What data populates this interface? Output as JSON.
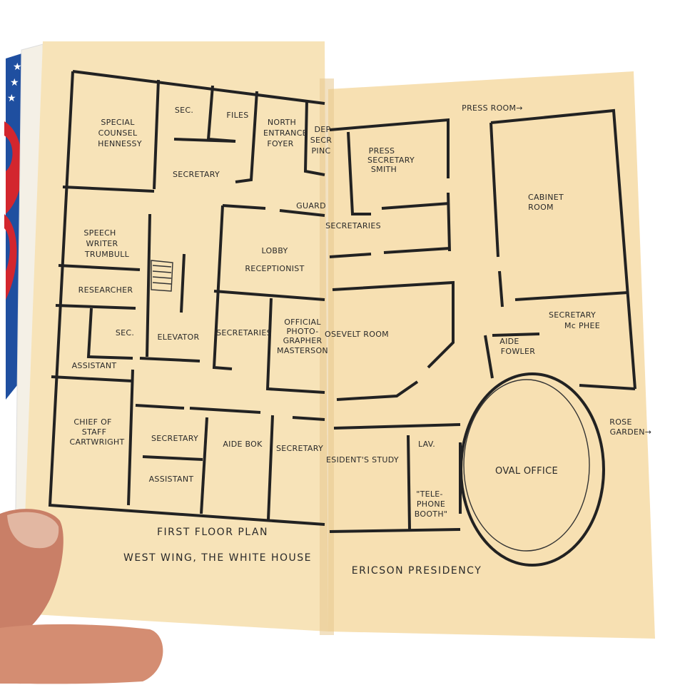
{
  "colors": {
    "paper": "#f7e3b8",
    "paper_dark": "#ecd09a",
    "ink": "#222222",
    "flag_red": "#d3262e",
    "flag_blue": "#1f4fa0",
    "skin": "#d9967a"
  },
  "caption": {
    "line1": "FIRST FLOOR PLAN",
    "line2": "WEST WING, THE WHITE HOUSE",
    "line3": "ERICSON PRESIDENCY"
  },
  "rooms": {
    "special_counsel": [
      "SPECIAL",
      "COUNSEL",
      "HENNESSY"
    ],
    "sec_top": "SEC.",
    "files": "FILES",
    "north_entrance": [
      "NORTH",
      "ENTRANCE",
      "FOYER"
    ],
    "deputy_sec": [
      "DEP",
      "SECR",
      "PINC"
    ],
    "secretary_top": "SECRETARY",
    "guard": "GUARD",
    "speech_writer": [
      "SPEECH",
      "WRITER",
      "TRUMBULL"
    ],
    "lobby": "LOBBY",
    "receptionist": "RECEPTIONIST",
    "researcher": "RESEARCHER",
    "sec_mid": "SEC.",
    "elevator": "ELEVATOR",
    "secretaries_left": "SECRETARIES",
    "photographer": [
      "OFFICIAL",
      "PHOTO-",
      "GRAPHER",
      "MASTERSON"
    ],
    "assistant_left": "ASSISTANT",
    "chief_of_staff": [
      "CHIEF OF",
      "STAFF",
      "CARTWRIGHT"
    ],
    "secretary_bottom": "SECRETARY",
    "aide_bok": "AIDE BOK",
    "secretary_bottom_right": "SECRETARY",
    "assistant_bottom": "ASSISTANT",
    "press_room": "PRESS ROOM→",
    "press_secretary": [
      "PRESS",
      "SECRETARY",
      "SMITH"
    ],
    "secretaries_right": "SECRETARIES",
    "cabinet_room": [
      "CABINET",
      "ROOM"
    ],
    "roosevelt_room": "OSEVELT ROOM",
    "secretary_mcphee": [
      "SECRETARY",
      "Mc PHEE"
    ],
    "aide_fowler": [
      "AIDE",
      "FOWLER"
    ],
    "rose_garden": [
      "ROSE",
      "GARDEN→"
    ],
    "presidents_study": "ESIDENT'S STUDY",
    "lav": "LAV.",
    "telephone_booth": [
      "\"TELE-",
      "PHONE",
      "BOOTH\""
    ],
    "oval_office": "OVAL OFFICE"
  }
}
